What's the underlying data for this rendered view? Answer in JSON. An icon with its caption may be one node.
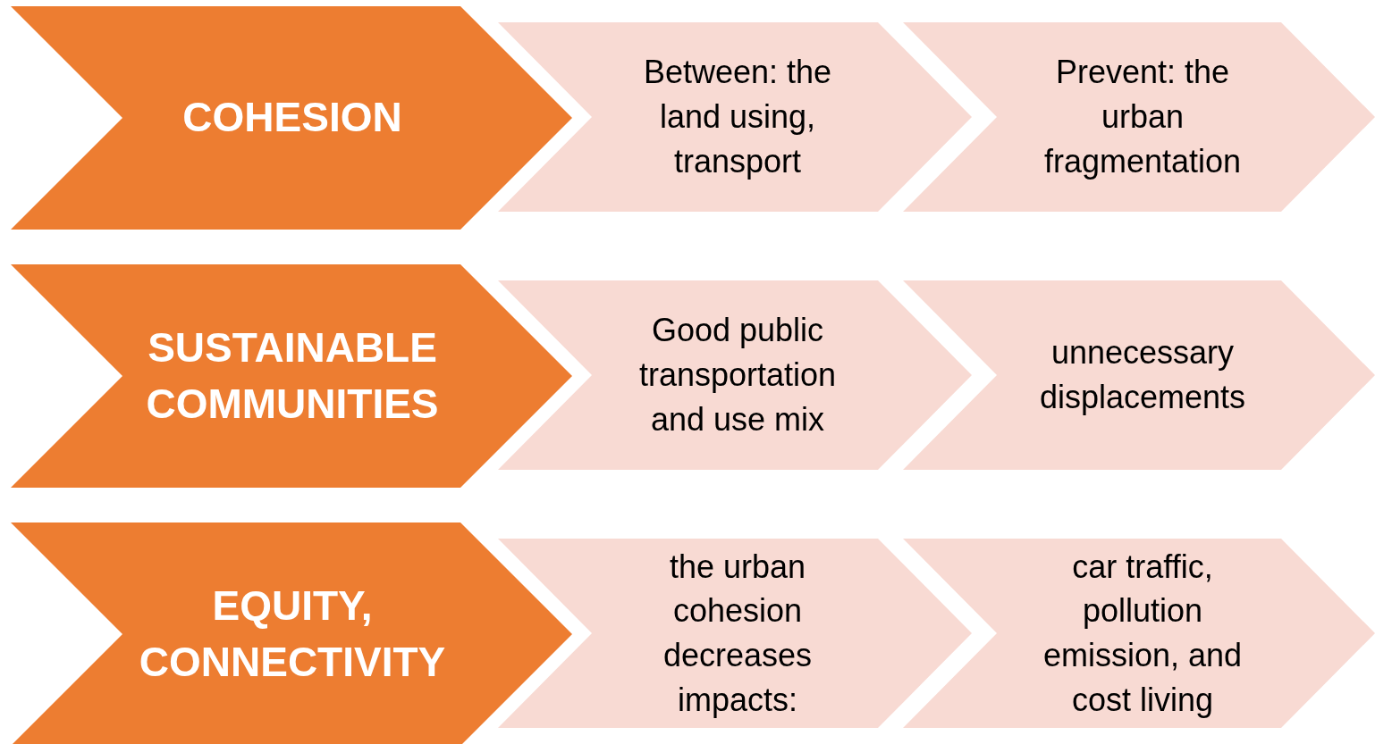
{
  "diagram": {
    "nodes": [
      {
        "text": [
          "COHESION"
        ]
      },
      {
        "text": [
          "Between: the land using, transport"
        ]
      },
      {
        "text": [
          "Prevent: the urban fragmentation"
        ]
      },
      {
        "text": [
          "SUSTAINABLE COMMUNITIES"
        ]
      },
      {
        "text": [
          "Good public transportation and use mix"
        ]
      },
      {
        "text": [
          "unnecessary displacements"
        ]
      },
      {
        "text": [
          "EQUITY, CONNECTIVITY"
        ]
      },
      {
        "text": [
          "the urban cohesion decreases impacts:"
        ]
      },
      {
        "text": [
          "car traffic, pollution emission, and cost living"
        ]
      }
    ]
  }
}
